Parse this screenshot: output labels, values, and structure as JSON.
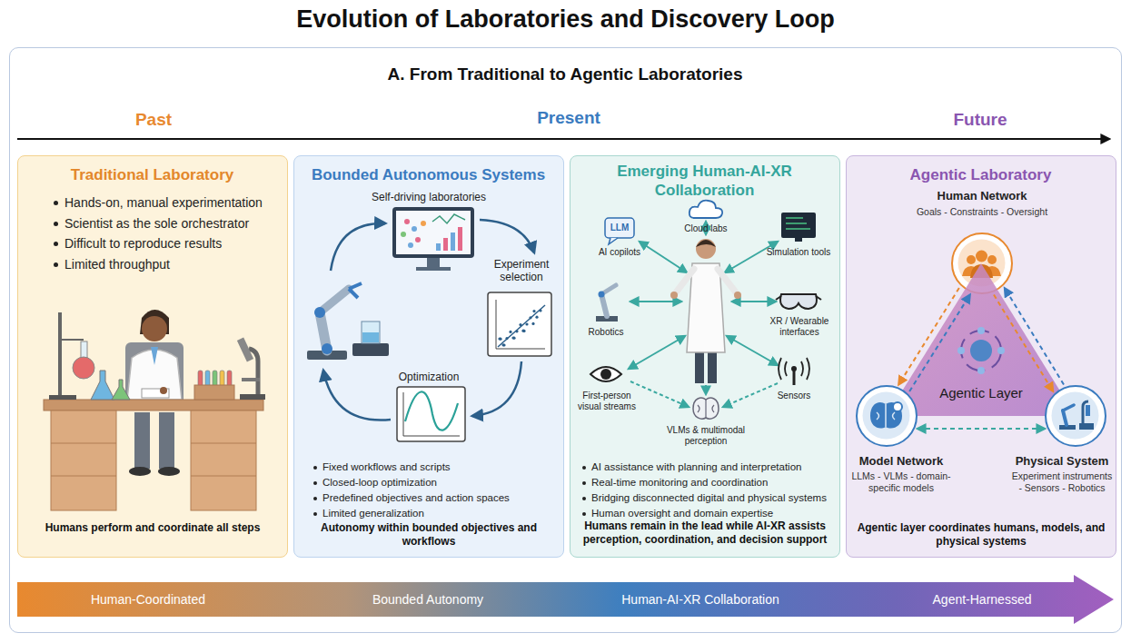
{
  "diagram": {
    "title": "Evolution of Laboratories and Discovery Loop",
    "nodes": [
      {
        "text": [
          "A. From Traditional to Agentic Laboratories"
        ]
      },
      {
        "text": [
          "Traditional Laboratory",
          "Hands-on, manual experimentation",
          "Scientist as the sole orchestrator",
          "Difficult to reproduce results",
          "Limited throughput",
          "Humans perform and coordinate all steps"
        ],
        "in": 0
      },
      {
        "text": [
          "Bounded Autonomous Systems",
          "Fixed workflows and scripts",
          "Closed-loop optimization",
          "Predefined objectives and action spaces",
          "Limited generalization",
          "Autonomy within bounded objectives and workflows"
        ],
        "in": 0
      },
      {
        "text": [
          "Emerging Human-AI-XR Collaboration",
          "AI assistance with planning and interpretation",
          "Real-time monitoring and coordination",
          "Bridging disconnected digital and physical systems",
          "Human oversight and domain expertise",
          "Humans remain in the lead while AI-XR assists perception, coordination, and decision support"
        ],
        "in": 0
      },
      {
        "text": [
          "Agentic Laboratory",
          "Agentic layer coordinates humans, models, and physical systems"
        ],
        "in": 0
      },
      {
        "text": [
          "Human Network",
          "Goals - Constraints - Oversight"
        ],
        "in": 4
      },
      {
        "text": [
          "Agentic Layer"
        ],
        "in": 4
      },
      {
        "text": [
          "Model Network",
          "LLMs - VLMs - domain-specific models"
        ],
        "in": 4
      },
      {
        "text": [
          "Physical System",
          "Experiment instruments - Sensors - Robotics"
        ],
        "in": 4
      },
      {
        "text": [
          "Human-Coordinated",
          "Bounded Autonomy",
          "Human-AI-XR Collaboration",
          "Agent-Harnessed"
        ],
        "in": 0
      }
    ],
    "edges": [
      {
        "from": 5,
        "to": 7,
        "arrow": "to"
      },
      {
        "from": 7,
        "to": 5,
        "arrow": "to"
      },
      {
        "from": 5,
        "to": 8,
        "arrow": "to"
      },
      {
        "from": 8,
        "to": 5,
        "arrow": "to"
      },
      {
        "from": 7,
        "to": 8,
        "arrow": "both"
      }
    ],
    "labels": [
      "Past",
      "Present",
      "Future",
      "Self-driving laboratories",
      "Experiment selection",
      "Optimization",
      "LLM",
      "AI copilots",
      "Cloud labs",
      "Simulation tools",
      "Robotics",
      "XR / Wearable interfaces",
      "First-person visual streams",
      "Sensors",
      "VLMs & multimodal perception"
    ]
  }
}
